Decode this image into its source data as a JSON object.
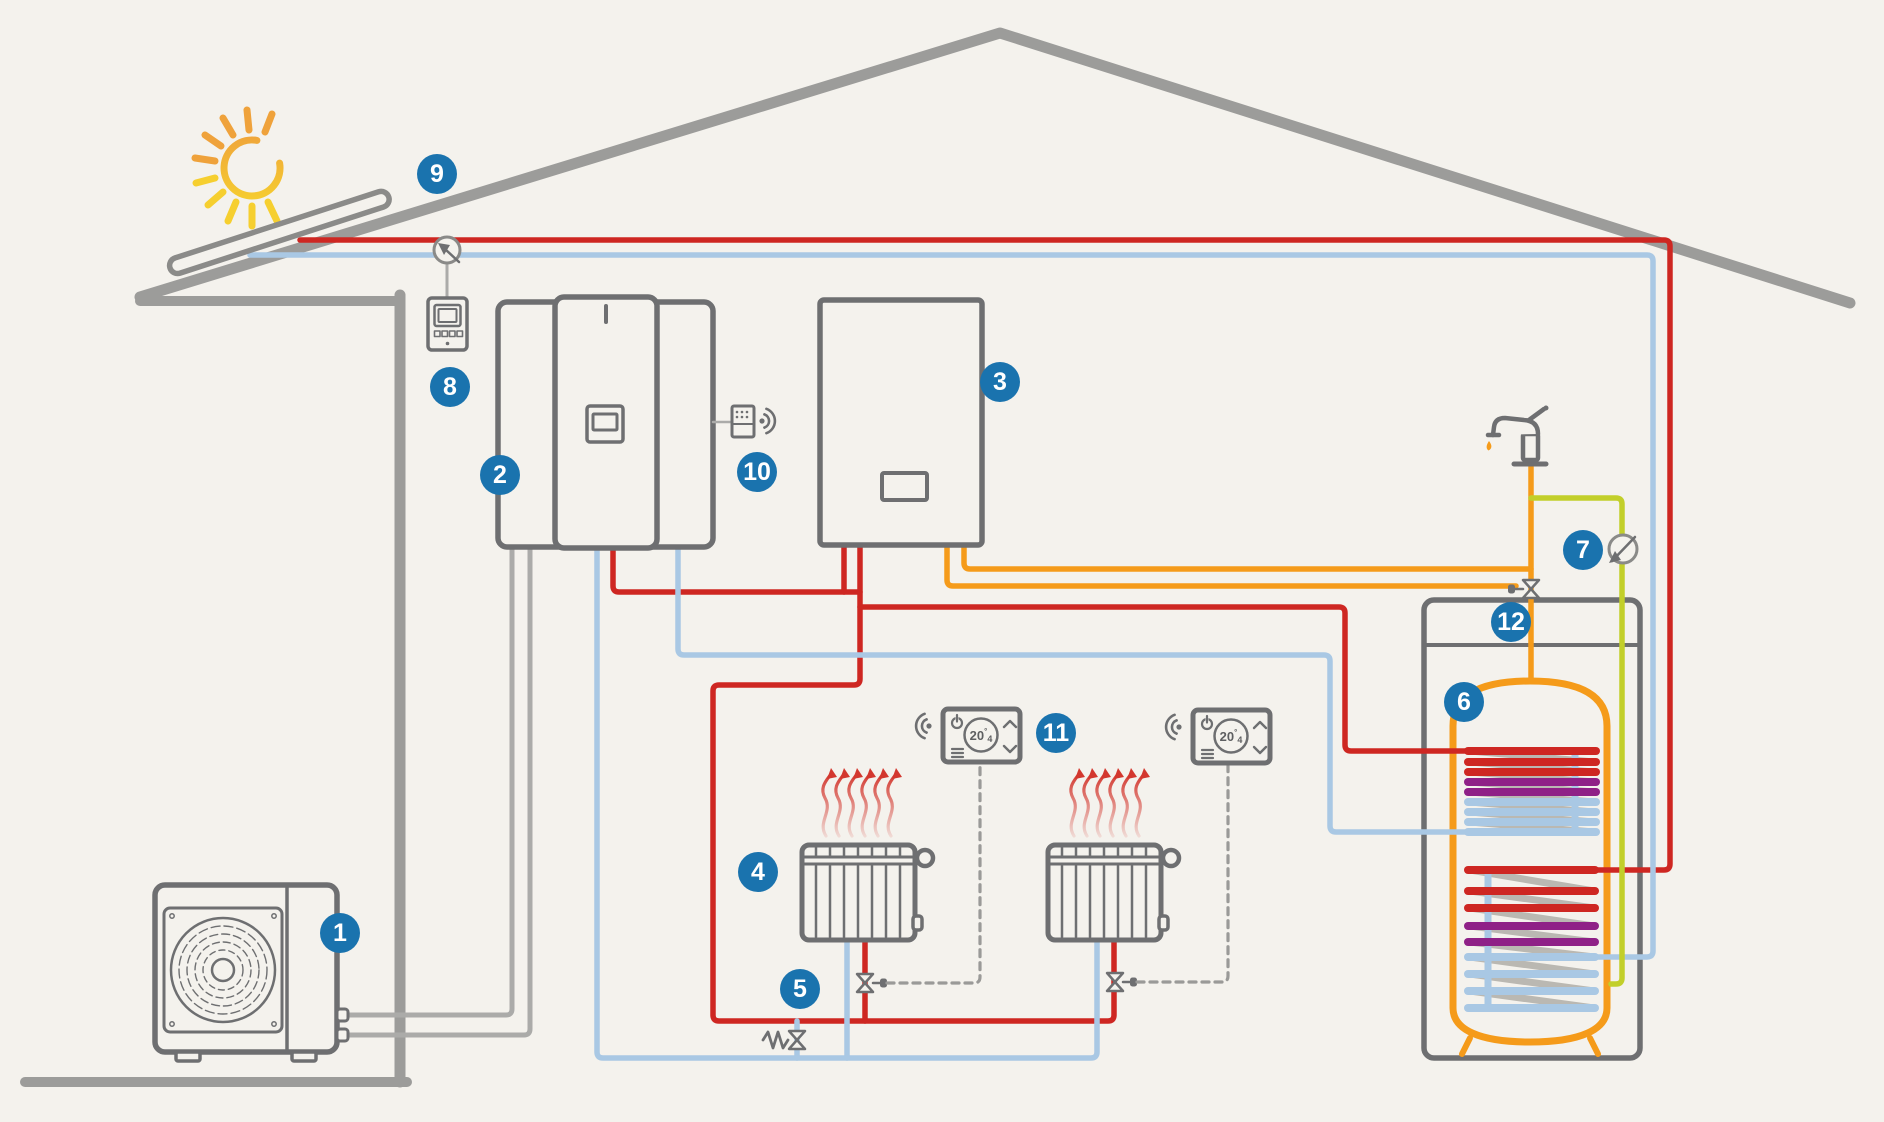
{
  "badges": [
    "1",
    "2",
    "3",
    "4",
    "5",
    "6",
    "7",
    "8",
    "9",
    "10",
    "11",
    "12"
  ],
  "thermostats": [
    {
      "integer": "20",
      "degree_symbol": "°",
      "fraction": "4"
    },
    {
      "integer": "20",
      "degree_symbol": "°",
      "fraction": "4"
    }
  ],
  "icons": [
    "sun-icon",
    "solar-collector",
    "roof-sensor-icon",
    "wifi-icon",
    "faucet-icon",
    "circulation-pump-icon",
    "valve-icon",
    "bypass-valve-icon",
    "power-icon",
    "menu-icon",
    "chevron-up-icon",
    "chevron-down-icon",
    "fan-icon",
    "heat-waves-icon"
  ],
  "colors": {
    "background": "#F4F2ED",
    "structure_gray": "#9C9C9A",
    "outline_gray": "#6E6F71",
    "refrigerant_gray": "#ABABA9",
    "pipe_red": "#CE2722",
    "pipe_blue": "#A9C8E4",
    "pipe_orange": "#F59B1A",
    "pipe_lime": "#C2CF2A",
    "coil_purple": "#8F2187",
    "coil_gray": "#BAB8B2",
    "badge_blue": "#1A73AE",
    "sun_orange": "#EFA23B",
    "sun_yellow": "#F6CF2F",
    "heat_red": "#D3372E",
    "dashed_gray": "#9A9A98"
  }
}
